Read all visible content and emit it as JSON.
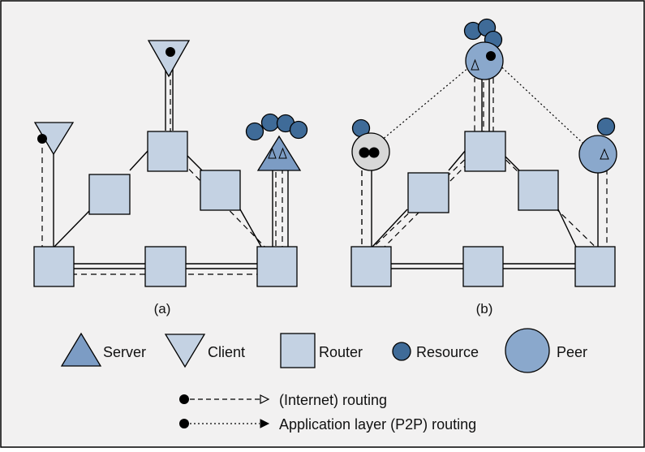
{
  "panels": [
    {
      "label": "(a)"
    },
    {
      "label": "(b)"
    }
  ],
  "legend": {
    "items": [
      {
        "label": "Server",
        "icon": "server-triangle-icon"
      },
      {
        "label": "Client",
        "icon": "client-inverted-triangle-icon"
      },
      {
        "label": "Router",
        "icon": "router-square-icon"
      },
      {
        "label": "Resource",
        "icon": "resource-circle-icon"
      },
      {
        "label": "Peer",
        "icon": "peer-circle-icon"
      }
    ],
    "routing": [
      {
        "label": "(Internet) routing",
        "style": "dashed"
      },
      {
        "label": "Application layer (P2P) routing",
        "style": "dotted"
      }
    ]
  },
  "colors": {
    "background": "#f2f1f1",
    "border": "#000000",
    "router_fill": "#c4d2e3",
    "client_fill": "#c4d2e3",
    "server_fill": "#7c9cc4",
    "resource_fill": "#3f6b98",
    "peer_fill": "#8aa8cc",
    "grey_peer_fill": "#d7d7d7"
  }
}
